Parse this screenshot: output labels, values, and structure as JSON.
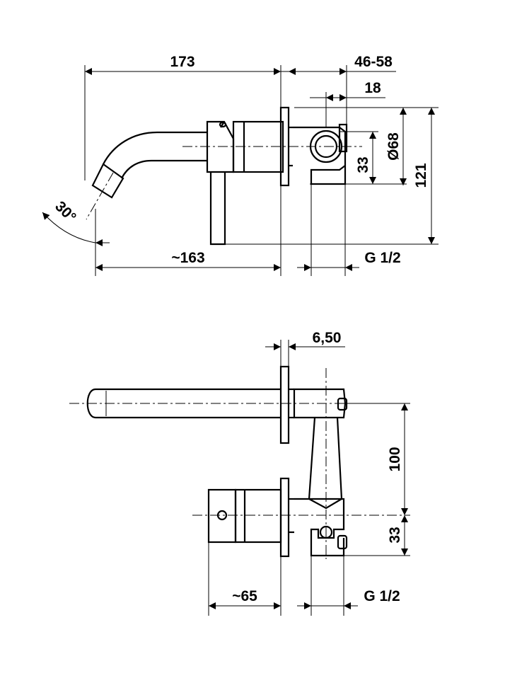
{
  "top_view": {
    "dim_overall_length": "173",
    "dim_wall_depth": "46-58",
    "dim_body_offset": "18",
    "dim_plate_diameter": "Ø68",
    "dim_connection_height": "33",
    "dim_total_height": "121",
    "dim_spout_reach": "~163",
    "dim_connection_thread": "G 1/2",
    "dim_spout_angle": "30°"
  },
  "bottom_view": {
    "dim_plate_thickness": "6,50",
    "dim_center_distance": "100",
    "dim_connection_height": "33",
    "dim_handle_reach": "~65",
    "dim_connection_thread": "G 1/2"
  }
}
